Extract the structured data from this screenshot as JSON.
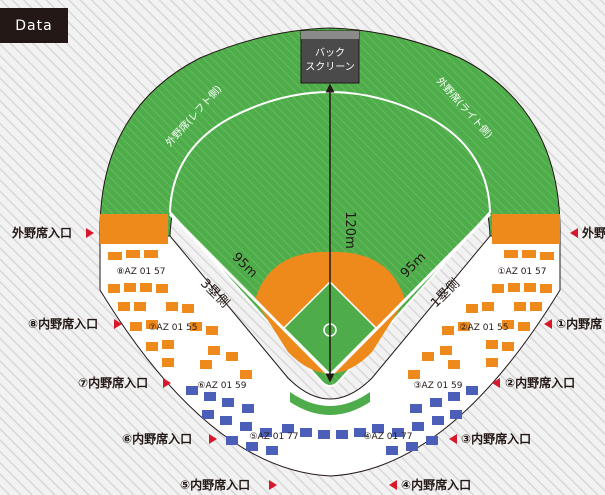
{
  "tab": {
    "label": "Data"
  },
  "stadium": {
    "screen_label": [
      "バック",
      "スクリーン"
    ],
    "outfield_left": "外野席(レフト側)",
    "outfield_right": "外野席(ライト側)",
    "center_distance": "120m",
    "left_line": "95m",
    "right_line": "95m",
    "third_base_side": "3塁側",
    "first_base_side": "1塁側"
  },
  "entrances": {
    "outfield_left": "外野席入口",
    "outfield_right": "外野",
    "infield_8": "⑧内野席入口",
    "infield_1": "①内野席",
    "infield_7": "⑦内野席入口",
    "infield_2": "②内野席入口",
    "infield_6": "⑥内野席入口",
    "infield_3": "③内野席入口",
    "infield_5": "⑤内野席入口",
    "infield_4": "④内野席入口"
  },
  "seat_codes": {
    "c8": "⑧AZ 01 57",
    "c1": "①AZ 01 57",
    "c7": "⑦AZ 01 55",
    "c2": "②AZ 01 55",
    "c6": "⑥AZ 01 59",
    "c3": "③AZ 01 59",
    "c5": "⑤AZ 01 77",
    "c4": "④AZ 01 77"
  },
  "colors": {
    "outfield": "#4ead4a",
    "infield_dirt": "#ee8a1c",
    "stand_orange": "#ee8a1c",
    "stand_blue": "#4c5fb8",
    "arrow_red": "#d7182a",
    "tab_bg": "#231815"
  }
}
